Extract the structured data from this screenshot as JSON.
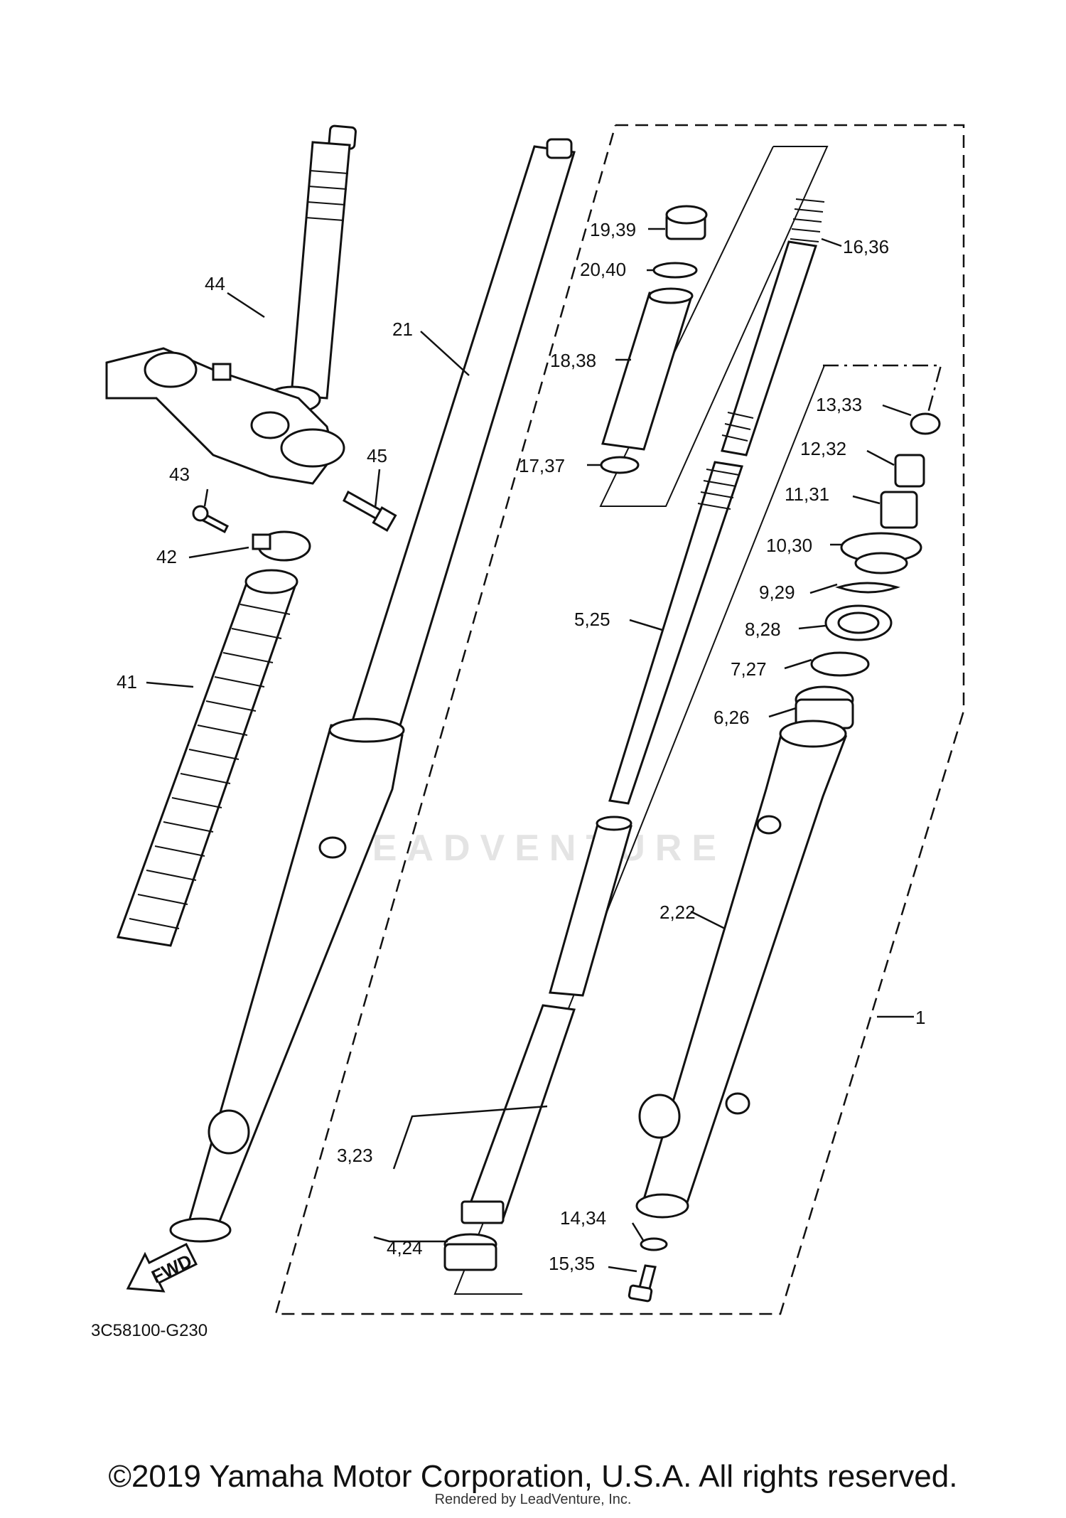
{
  "diagram": {
    "drawing_code": "3C58100-G230",
    "watermark": "LEADVENTURE",
    "fwd_label": "FWD",
    "labels": {
      "p44": "44",
      "p21": "21",
      "p19_39": "19,39",
      "p20_40": "20,40",
      "p18_38": "18,38",
      "p17_37": "17,37",
      "p16_36": "16,36",
      "p13_33": "13,33",
      "p12_32": "12,32",
      "p11_31": "11,31",
      "p10_30": "10,30",
      "p9_29": "9,29",
      "p8_28": "8,28",
      "p7_27": "7,27",
      "p6_26": "6,26",
      "p5_25": "5,25",
      "p43": "43",
      "p45": "45",
      "p42": "42",
      "p41": "41",
      "p2_22": "2,22",
      "p1": "1",
      "p3_23": "3,23",
      "p4_24": "4,24",
      "p14_34": "14,34",
      "p15_35": "15,35"
    }
  },
  "footer": {
    "copyright": "©2019 Yamaha Motor Corporation, U.S.A. All rights reserved.",
    "rendered_by": "Rendered by LeadVenture, Inc."
  }
}
